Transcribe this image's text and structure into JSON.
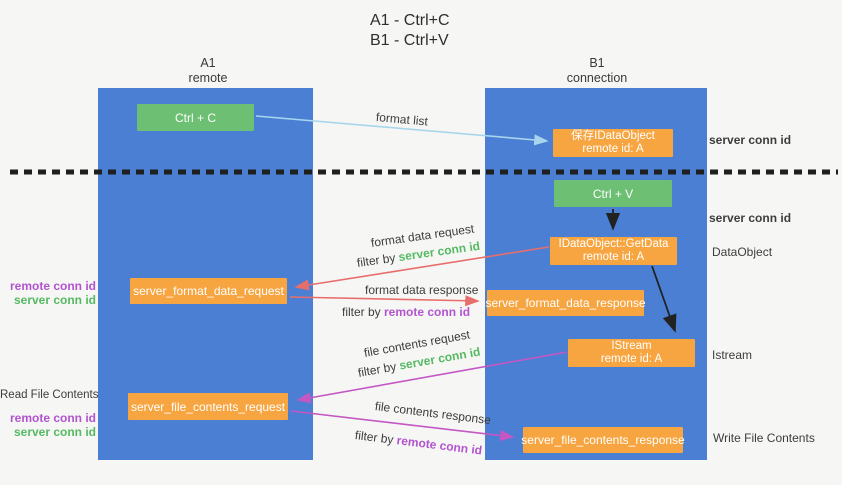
{
  "title": {
    "line1": "A1 - Ctrl+C",
    "line2": "B1 - Ctrl+V"
  },
  "lifelines": {
    "left": {
      "name": "A1",
      "role": "remote"
    },
    "right": {
      "name": "B1",
      "role": "connection"
    }
  },
  "nodes": {
    "ctrl_c": {
      "label": "Ctrl + C"
    },
    "ctrl_v": {
      "label": "Ctrl + V"
    },
    "save_dataobject": {
      "line1": "保存IDataObject",
      "line2": "remote id: A"
    },
    "getdata": {
      "line1": "IDataObject::GetData",
      "line2": "remote id: A"
    },
    "istream": {
      "line1": "IStream",
      "line2": "remote id: A"
    },
    "server_format_data_request": {
      "label": "server_format_data_request"
    },
    "server_format_data_response": {
      "label": "server_format_data_response"
    },
    "server_file_contents_request": {
      "label": "server_file_contents_request"
    },
    "server_file_contents_response": {
      "label": "server_file_contents_response"
    }
  },
  "edges": {
    "format_list": {
      "label": "format list"
    },
    "format_data_request": {
      "label": "format data request",
      "filter_prefix": "filter by ",
      "filter_key": "server conn id"
    },
    "format_data_response": {
      "label": "format data response",
      "filter_prefix": "filter by ",
      "filter_key": "remote conn id"
    },
    "file_contents_request": {
      "label": "file contents request",
      "filter_prefix": "filter by ",
      "filter_key": "server conn id"
    },
    "file_contents_response": {
      "label": "file contents response",
      "filter_prefix": "filter by ",
      "filter_key": "remote conn id"
    }
  },
  "annotations": {
    "server_conn_id_top": "server conn id",
    "server_conn_id_mid": "server conn id",
    "dataobject": "DataObject",
    "istream": "Istream",
    "write_file_contents": "Write File Contents",
    "read_file_contents": "Read File Contents",
    "format_pair": {
      "remote": "remote conn id",
      "server": "server conn id"
    },
    "file_pair": {
      "remote": "remote conn id",
      "server": "server conn id"
    }
  },
  "colors": {
    "lifeline_blue": "#4a7fd3",
    "node_orange": "#f7a540",
    "node_green": "#6cbf73",
    "accent_green": "#55ba62",
    "accent_purple": "#b254cf",
    "arrow_red": "#e86e6b",
    "arrow_magenta": "#c457c4",
    "arrow_lightblue": "#a8d5ee",
    "arrow_black": "#222222",
    "background": "#f6f6f5"
  }
}
